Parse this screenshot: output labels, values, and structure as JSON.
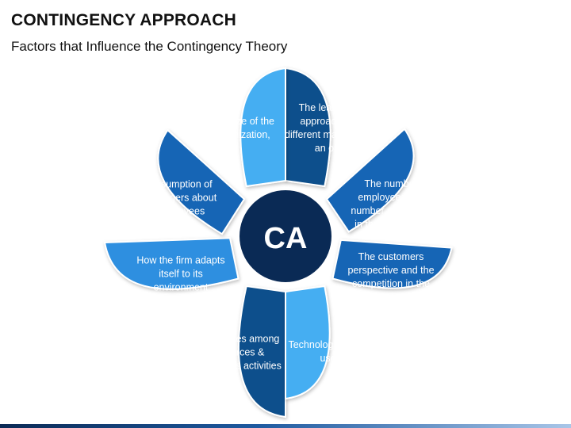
{
  "header": {
    "title": "CONTINGENCY APPROACH",
    "subtitle": "Factors that Influence the Contingency Theory"
  },
  "diagram": {
    "center_label": "CA",
    "colors": {
      "center": "#0a2a55",
      "dark": "#0b4f8c",
      "medium": "#1565b5",
      "bright": "#2e8fe0",
      "light": "#45aef2"
    },
    "factors": [
      {
        "label": "The size of the organization,",
        "tone": "dark"
      },
      {
        "label": "The leadership approaches of different managers of an org.,",
        "tone": "light"
      },
      {
        "label": "The number of employees vs the number of managers in the organization,",
        "tone": "medium"
      },
      {
        "label": "The customers perspective and the competition in the market.",
        "tone": "medium"
      },
      {
        "label": "Technologies being used",
        "tone": "dark"
      },
      {
        "label": "Differences among resources & operations activities",
        "tone": "light"
      },
      {
        "label": "How the firm adapts itself to its environment",
        "tone": "bright"
      },
      {
        "label": "Assumption of managers about employees",
        "tone": "medium"
      }
    ]
  }
}
